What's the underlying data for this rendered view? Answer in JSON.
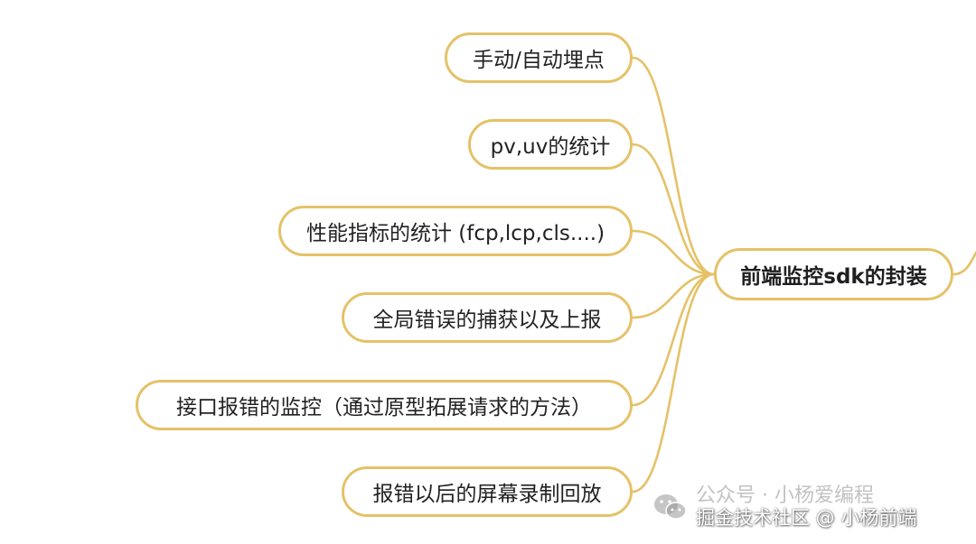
{
  "root": {
    "label": "前端监控sdk的封装"
  },
  "branches": [
    {
      "label": "手动/自动埋点"
    },
    {
      "label": "pv,uv的统计"
    },
    {
      "label": "性能指标的统计 (fcp,lcp,cls....)"
    },
    {
      "label": "全局错误的捕获以及上报"
    },
    {
      "label": "接口报错的监控（通过原型拓展请求的方法）"
    },
    {
      "label": "报错以后的屏幕录制回放"
    }
  ],
  "watermark": {
    "line1": "公众号 · 小杨爱编程",
    "line2": "掘金技术社区 @ 小杨前端",
    "icon": "wechat-icon"
  },
  "colors": {
    "line": "#e5c268",
    "node_border": "#e5c268",
    "text": "#222222"
  }
}
